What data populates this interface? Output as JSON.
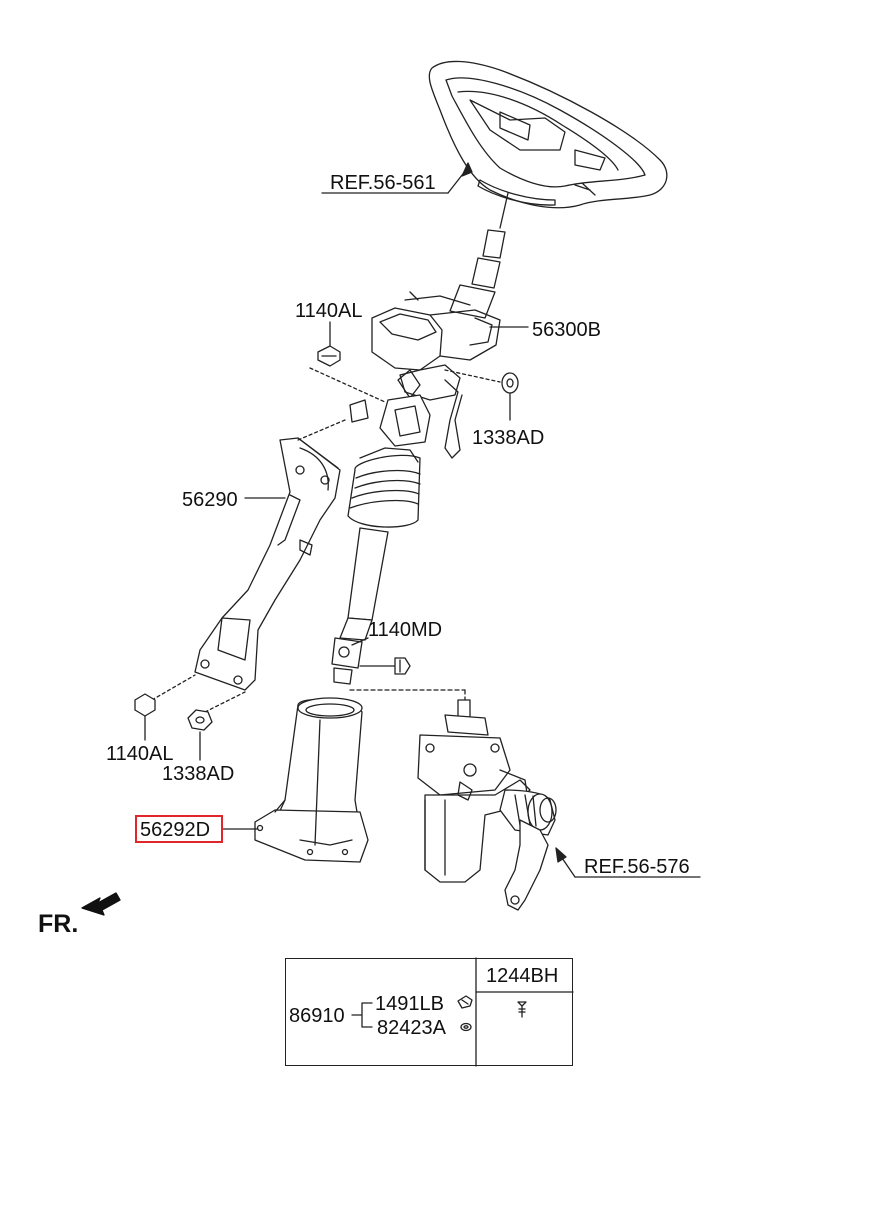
{
  "labels": {
    "ref_561": "REF.56-561",
    "p56300b": "56300B",
    "p1140al_top": "1140AL",
    "p1338ad_right": "1338AD",
    "p56290": "56290",
    "p1140md": "1140MD",
    "p1140al_bottom": "1140AL",
    "p1338ad_bottom": "1338AD",
    "p56292d": "56292D",
    "ref_576": "REF.56-576",
    "fr": "FR."
  },
  "table": {
    "header": "1244BH",
    "group": "86910",
    "sub1": "1491LB",
    "sub2": "82423A"
  },
  "highlight": {
    "part": "56292D",
    "color": "#e0262a"
  }
}
